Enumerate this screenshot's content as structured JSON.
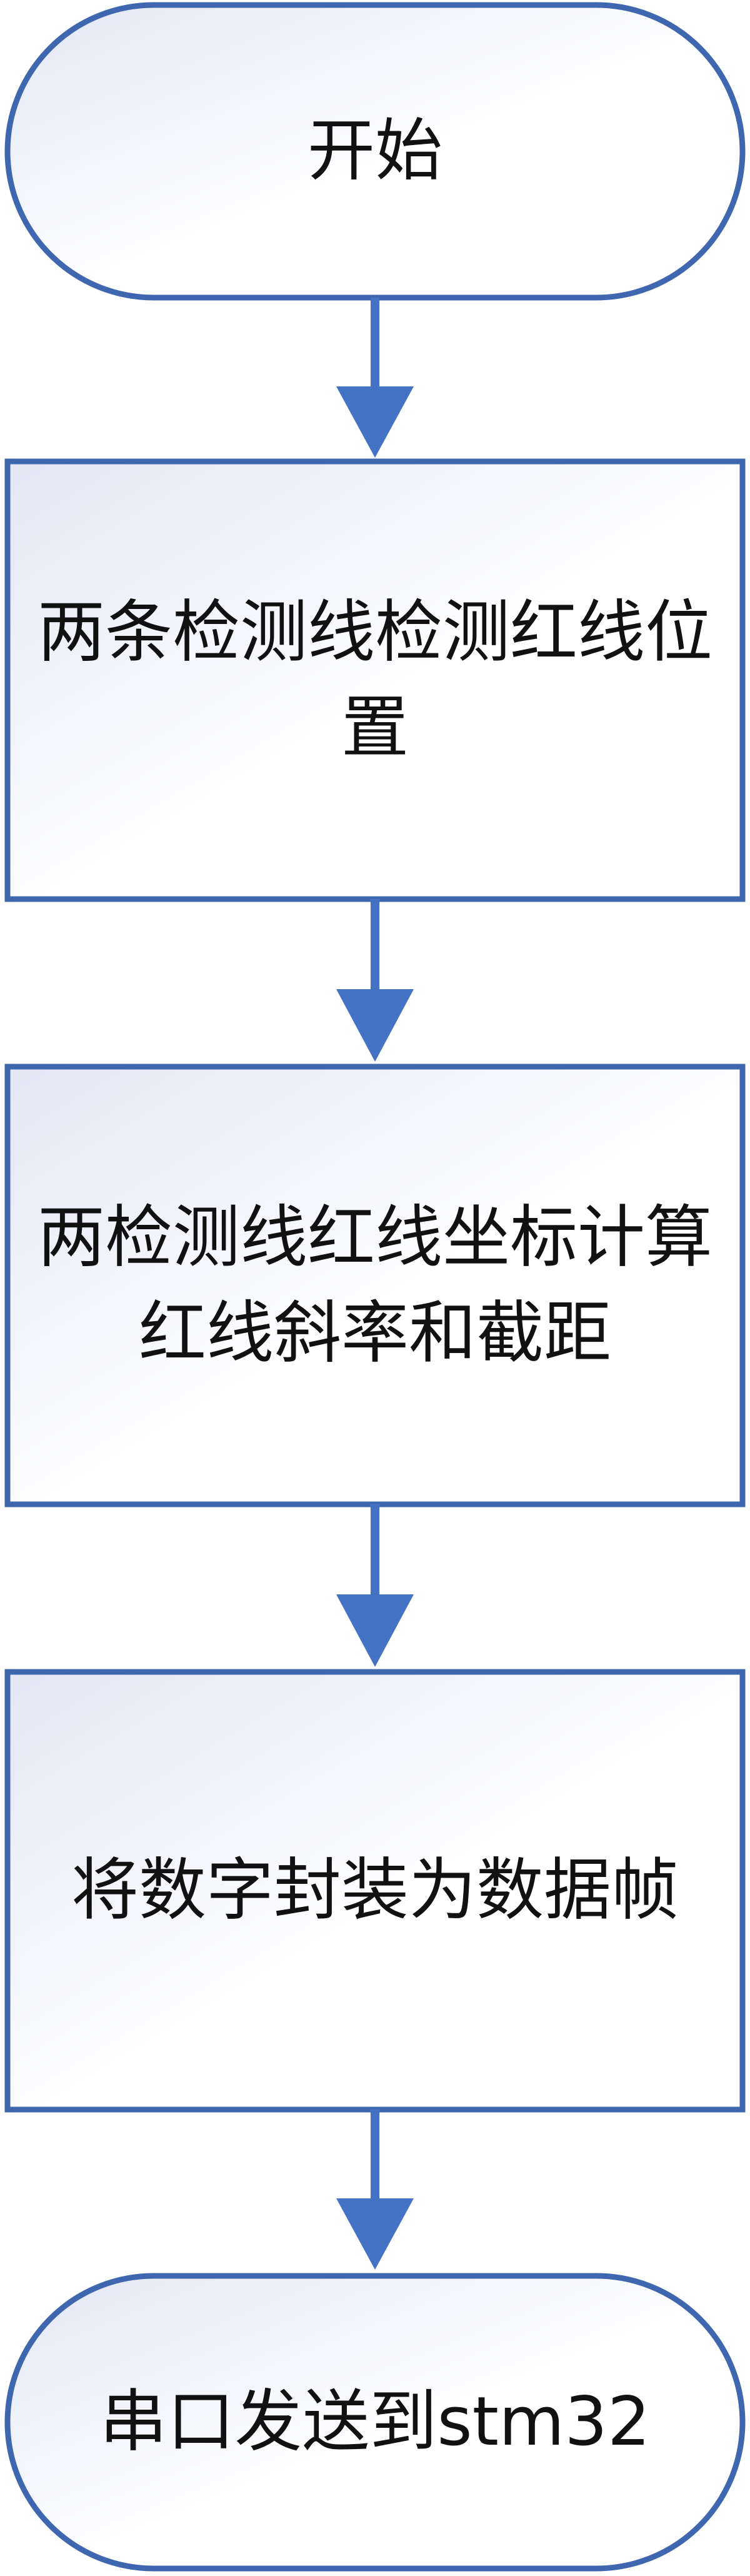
{
  "flowchart": {
    "nodes": [
      {
        "id": "start",
        "shape": "terminal",
        "label": "开始"
      },
      {
        "id": "step1",
        "shape": "process",
        "label": "两条检测线检测红线位置"
      },
      {
        "id": "step2",
        "shape": "process",
        "label": "两检测线红线坐标计算红线斜率和截距"
      },
      {
        "id": "step3",
        "shape": "process",
        "label": "将数字封装为数据帧"
      },
      {
        "id": "end",
        "shape": "terminal",
        "label": "串口发送到stm32"
      }
    ],
    "edges": [
      {
        "from": "start",
        "to": "step1"
      },
      {
        "from": "step1",
        "to": "step2"
      },
      {
        "from": "step2",
        "to": "step3"
      },
      {
        "from": "step3",
        "to": "end"
      }
    ]
  },
  "colors": {
    "stroke": "#3f67b0",
    "arrow": "#4472c4",
    "fill_light": "#ffffff",
    "fill_tint": "#e3e7f5",
    "text": "#111111"
  }
}
